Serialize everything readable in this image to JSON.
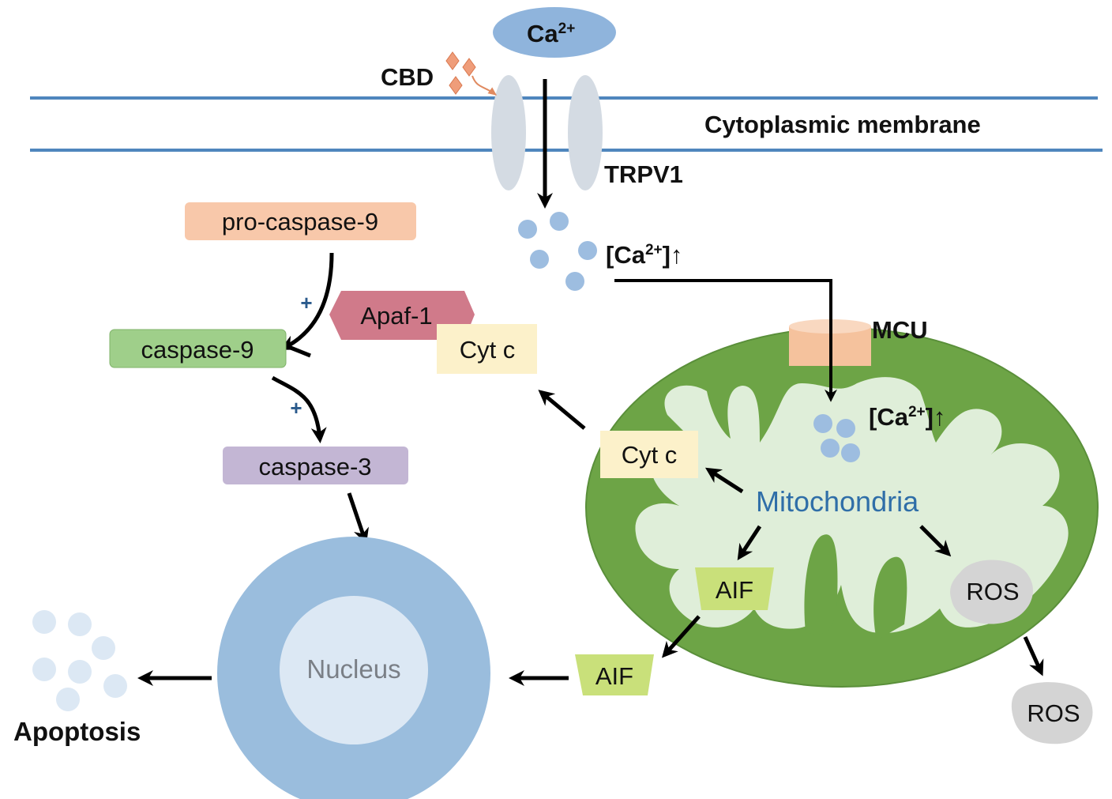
{
  "calcium": {
    "base": "Ca",
    "charge": "2+"
  },
  "cbd_label": "CBD",
  "membrane_label": "Cytoplasmic membrane",
  "channel_label": "TRPV1",
  "cyto_calcium": {
    "open": "[Ca",
    "charge": "2+",
    "close": "]↑"
  },
  "mcu_label": "MCU",
  "mito_calcium": {
    "open": "[Ca",
    "charge": "2+",
    "close": "]↑"
  },
  "mitochondria_label": "Mitochondria",
  "procaspase9": "pro-caspase-9",
  "apaf1": "Apaf-1",
  "cytc_complex": "Cyt c",
  "caspase9": "caspase-9",
  "caspase3": "caspase-3",
  "plus_sign": "+",
  "cytc_mito": "Cyt c",
  "aif_inside": "AIF",
  "aif_outside": "AIF",
  "ros_inside": "ROS",
  "ros_outside": "ROS",
  "nucleus_label": "Nucleus",
  "apoptosis_label": "Apoptosis",
  "colors": {
    "membrane": "#4f86bd",
    "channel": "#d4dbe3",
    "calcium": "#9dbde0",
    "mito_outer": "#6da446",
    "mito_inner": "#dfeed9",
    "procaspase": "#f8c8aa",
    "apaf": "#d07a8a",
    "cytc": "#fcf1ca",
    "caspase9": "#9fcf8a",
    "caspase3": "#c3b6d4",
    "aif": "#c9e07a",
    "ros": "#d4d4d4",
    "nucleus_outer": "#9abddd",
    "nucleus_inner": "#dce8f4",
    "mcu": "#f5c29d",
    "cbd": "#ef9d7a",
    "plus": "#2a5a8c",
    "mito_text": "#2f6ea8"
  }
}
